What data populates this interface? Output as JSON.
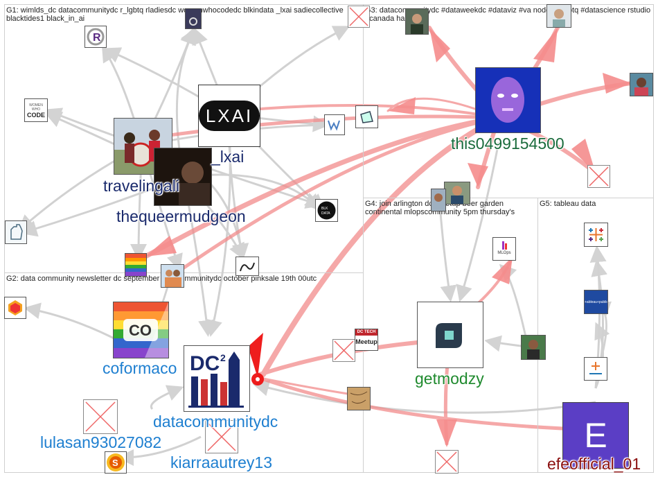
{
  "groups": [
    {
      "id": "G1",
      "label": "G1: wimlds_dc datacommunitydc r_lgbtq rladiesdc womenwhocodedc blkindata _lxai sadiecollective blacktides1 black_in_ai"
    },
    {
      "id": "G2",
      "label": "G2: data community newsletter dc september datacommunitydc october pinksale 19th 00utc"
    },
    {
      "id": "G3",
      "label": "G3: datacommunitydc #dataweekdc #dataviz #va nodexl #lgbtq #datascience rstudio #canada hashtags"
    },
    {
      "id": "G4",
      "label": "G4: join arlington dc meetup beer garden continental mlopscommunity 5pm thursday's"
    },
    {
      "id": "G5",
      "label": "G5: tableau data"
    }
  ],
  "nodes": {
    "this0499154500": "this0499154500",
    "lxai": "_lxai",
    "travelingali": "travelingali",
    "thequeermudgeon": "thequeermudgeon",
    "coformaco": "coformaco",
    "datacommunitydc": "datacommunitydc",
    "lulasan": "lulasan93027082",
    "kiarraautrey": "kiarraautrey13",
    "getmodzy": "getmodzy",
    "efeofficial": "efeofficial_01"
  },
  "logos": {
    "lxai": "LXAI",
    "dc2": "DC",
    "dc2_sup": "2",
    "code": "CODE",
    "women_who": "WOMEN WHO",
    "meetup_top": "DC TECH",
    "meetup": "Meetup",
    "tableau_public": "+ableau+public",
    "mlops": "MLOps",
    "efe": "E"
  },
  "colors": {
    "edge_gray": "#c8c8c8",
    "edge_red": "#f08080",
    "label_navy": "#1a2a6c",
    "label_blue": "#1e7fd0",
    "label_green": "#1f8a2e",
    "label_darkgreen": "#1a6b3c",
    "label_darkred": "#8b1010"
  }
}
